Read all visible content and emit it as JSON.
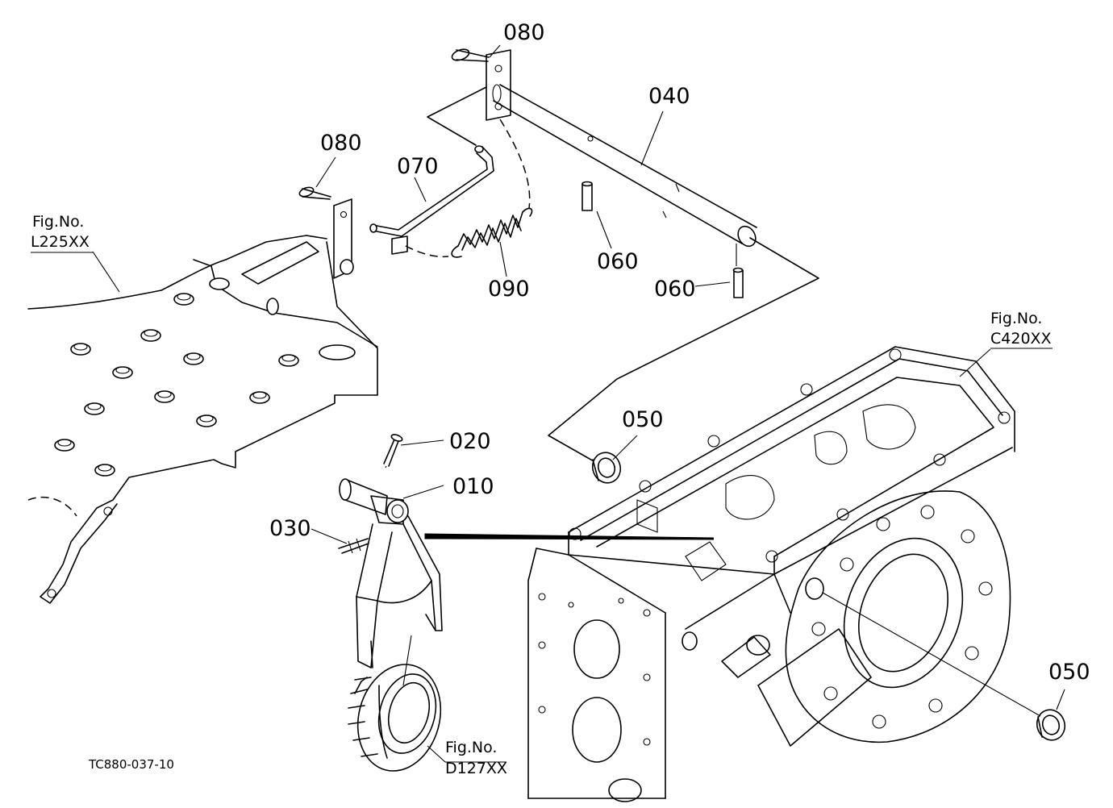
{
  "parts": {
    "p080_top": "080",
    "p040": "040",
    "p080_left": "080",
    "p070": "070",
    "p060_mid": "060",
    "p060_right": "060",
    "p090": "090",
    "p050_top": "050",
    "p020": "020",
    "p010": "010",
    "p030": "030",
    "p050_right": "050"
  },
  "figrefs": {
    "l225": {
      "line1": "Fig.No.",
      "line2": "L225XX"
    },
    "c420": {
      "line1": "Fig.No.",
      "line2": "C420XX"
    },
    "d127": {
      "line1": "Fig.No.",
      "line2": "D127XX"
    }
  },
  "drawing_code": "TC880-037-10"
}
